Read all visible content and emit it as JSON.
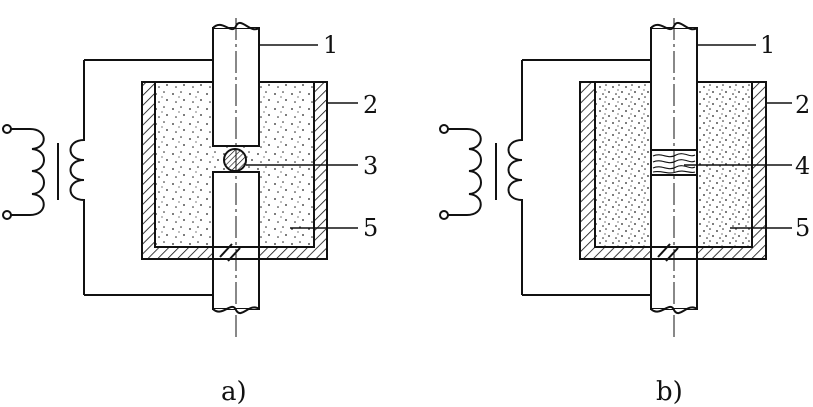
{
  "labels": {
    "a_electrode": "1",
    "a_container": "2",
    "a_ball": "3",
    "a_powder": "5",
    "b_electrode": "1",
    "b_container": "2",
    "b_band": "4",
    "b_powder": "5"
  },
  "captions": {
    "left": "a)",
    "right": "b)"
  },
  "colors": {
    "stroke": "#111111",
    "paper": "#ffffff"
  }
}
